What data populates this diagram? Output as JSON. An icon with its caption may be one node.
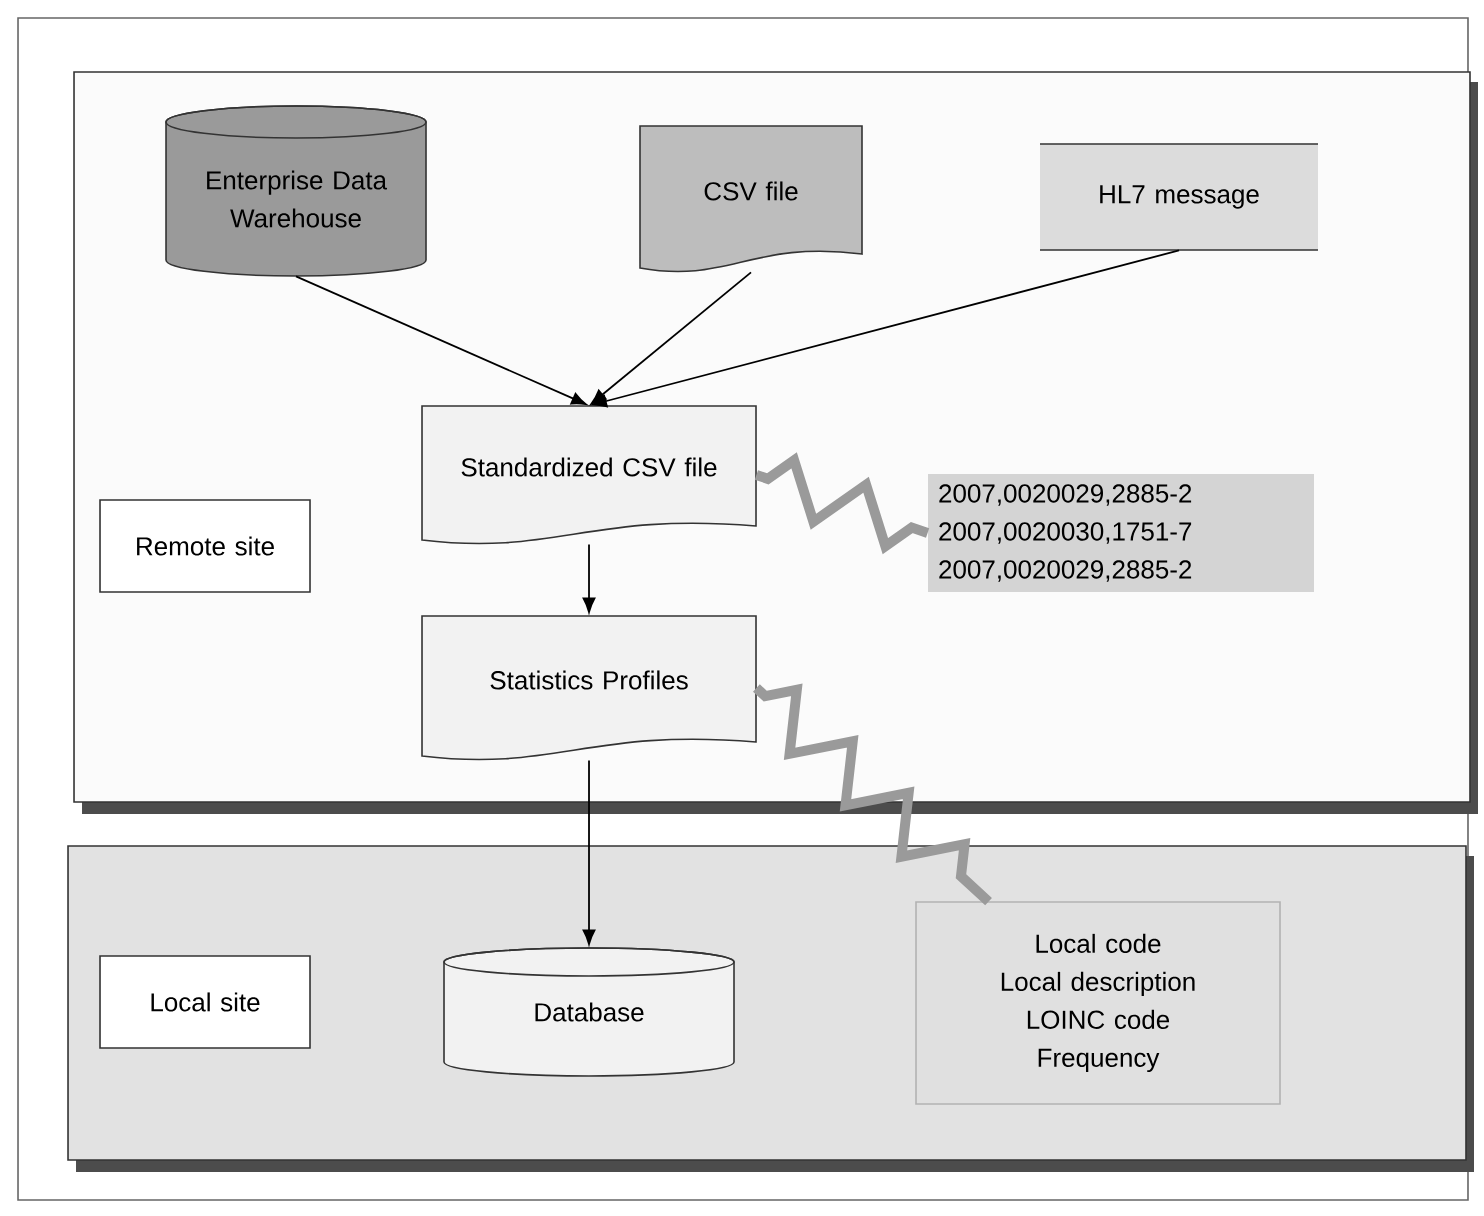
{
  "diagram": {
    "nodes": [
      {
        "text": [],
        "shape": "box"
      },
      {
        "text": [
          "Enterprise Data Warehouse"
        ],
        "in": 0
      },
      {
        "text": [
          "CSV file"
        ],
        "in": 0
      },
      {
        "text": [
          "HL7 message"
        ],
        "in": 0
      },
      {
        "text": [
          "Standardized CSV file"
        ],
        "in": 0
      },
      {
        "text": [
          "2007,0020029,2885-2",
          "2007,0020030,1751-7",
          "2007,0020029,2885-2"
        ],
        "in": 0
      },
      {
        "text": [
          "Remote site"
        ],
        "in": 0
      },
      {
        "text": [
          "Statistics Profiles"
        ],
        "in": 0
      },
      {
        "text": [],
        "shape": "box"
      },
      {
        "text": [
          "Local site"
        ],
        "in": 8
      },
      {
        "text": [
          "Database"
        ],
        "in": 8
      },
      {
        "text": [
          "Local code",
          "Local description",
          "LOINC code",
          "Frequency"
        ],
        "in": 8
      }
    ],
    "edges": [
      {
        "from": 1,
        "to": 4,
        "arrow": "to"
      },
      {
        "from": 2,
        "to": 4,
        "arrow": "to"
      },
      {
        "from": 3,
        "to": 4,
        "arrow": "to"
      },
      {
        "from": 4,
        "to": 5,
        "arrow": "none",
        "style": "thick",
        "color": "#9a9a9a"
      },
      {
        "from": 4,
        "to": 7,
        "arrow": "to"
      },
      {
        "from": 7,
        "to": 10,
        "arrow": "to"
      },
      {
        "from": 7,
        "to": 11,
        "arrow": "none",
        "style": "thick",
        "color": "#9a9a9a"
      }
    ]
  }
}
